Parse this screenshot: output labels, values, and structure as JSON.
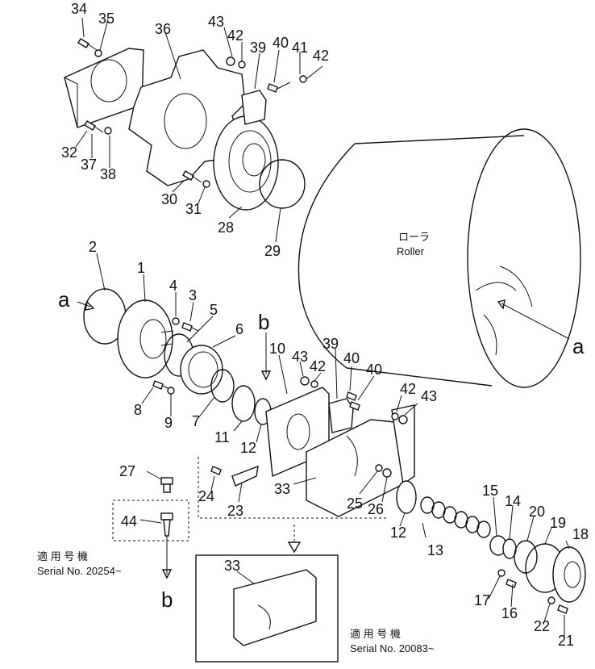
{
  "callouts": {
    "c1": "1",
    "c2": "2",
    "c3": "3",
    "c4": "4",
    "c5": "5",
    "c6": "6",
    "c7": "7",
    "c8": "8",
    "c9": "9",
    "c10": "10",
    "c11": "11",
    "c12a": "12",
    "c12b": "12",
    "c13": "13",
    "c14": "14",
    "c15": "15",
    "c16": "16",
    "c17": "17",
    "c18": "18",
    "c19": "19",
    "c20": "20",
    "c21": "21",
    "c22": "22",
    "c23": "23",
    "c24": "24",
    "c25": "25",
    "c26": "26",
    "c27": "27",
    "c28": "28",
    "c29": "29",
    "c30": "30",
    "c31": "31",
    "c32": "32",
    "c33a": "33",
    "c33b": "33",
    "c34": "34",
    "c35": "35",
    "c36": "36",
    "c37": "37",
    "c38": "38",
    "c39a": "39",
    "c39b": "39",
    "c40a": "40",
    "c40b": "40",
    "c40c": "40",
    "c41": "41",
    "c42a": "42",
    "c42b": "42",
    "c42c": "42",
    "c42d": "42",
    "c43a": "43",
    "c43b": "43",
    "c43c": "43",
    "c44": "44"
  },
  "refs": {
    "a_left": "a",
    "a_right": "a",
    "b_top": "b",
    "b_bottom": "b"
  },
  "roller": {
    "jp": "ローラ",
    "en": "Roller"
  },
  "serial_left": {
    "jp": "適 用 号 機",
    "en": "Serial No. 20254~"
  },
  "serial_right": {
    "jp": "適 用 号 機",
    "en": "Serial No. 20083~"
  }
}
